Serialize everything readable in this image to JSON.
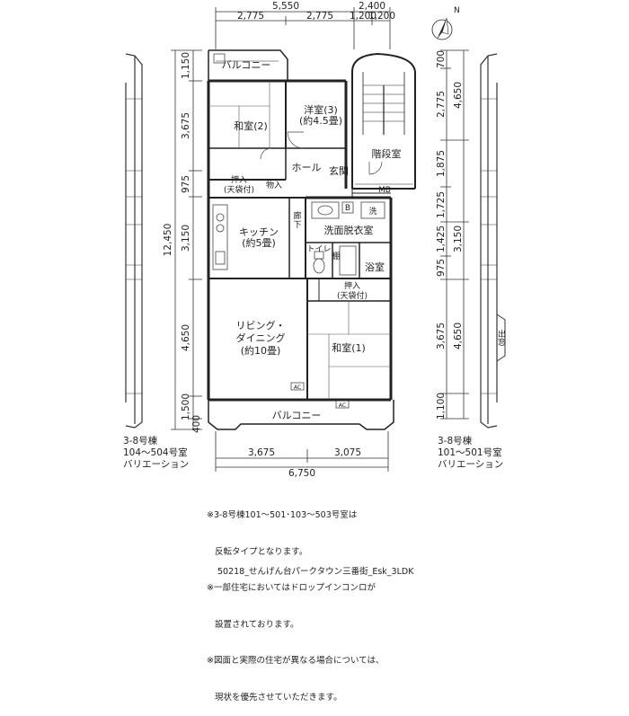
{
  "top_dims": {
    "row1": [
      "5,550",
      "2,400"
    ],
    "row2": [
      "2,775",
      "2,775",
      "1,200",
      "1,200"
    ]
  },
  "left_dims": {
    "segments": [
      "1,150",
      "3,675",
      "975",
      "3,150",
      "4,650",
      "1,500",
      "400"
    ],
    "total": "12,450"
  },
  "right_dims": {
    "col_a": [
      "700",
      "2,775",
      "1,875",
      "1,725",
      "1,425",
      "975",
      "3,675",
      "1,100"
    ],
    "col_b": [
      "4,650",
      "3,150",
      "4,650"
    ]
  },
  "bottom_dims": {
    "row1": [
      "3,675",
      "3,075"
    ],
    "total": "6,750"
  },
  "rooms": {
    "balcony_top": "バルコニー",
    "washitsu2": "和室(2)",
    "yoshitsu": "洋室(3)",
    "yoshitsu_size": "(約4.5畳)",
    "hall": "ホール",
    "genkan": "玄関",
    "stair": "階段室",
    "oshiire1": "押入",
    "oshiire1_sub": "(天袋付)",
    "monoire": "物入",
    "mb": "MB",
    "kitchen": "キッチン",
    "kitchen_size": "(約5畳)",
    "rouka": "廊",
    "rouka2": "下",
    "b_mark": "B",
    "wash_mark": "洗",
    "senmen": "洗面脱衣室",
    "toilet": "トイレ",
    "tana": "棚",
    "bath": "浴室",
    "oshiire2": "押入",
    "oshiire2_sub": "(天袋付)",
    "living1": "リビング・",
    "living2": "ダイニング",
    "living_size": "(約10畳)",
    "washitsu1": "和室(1)",
    "ac1": "AC",
    "ac2": "AC",
    "balcony_bottom": "バルコニー",
    "kura": "出窓"
  },
  "compass_label": "N",
  "variation_left": {
    "line1": "3-8号棟",
    "line2": "104～504号室",
    "line3": "バリエーション"
  },
  "variation_right": {
    "line1": "3-8号棟",
    "line2": "101～501号室",
    "line3": "バリエーション"
  },
  "notes": [
    "※3-8号棟101～501･103～503号室は",
    "   反転タイプとなります。",
    "※一部住宅においてはドロップインコンロが",
    "   設置されております。",
    "※図面と実際の住宅が異なる場合については、",
    "   現状を優先させていただきます。"
  ],
  "caption": "50218_せんげん台パークタウン三番街_Esk_3LDK"
}
